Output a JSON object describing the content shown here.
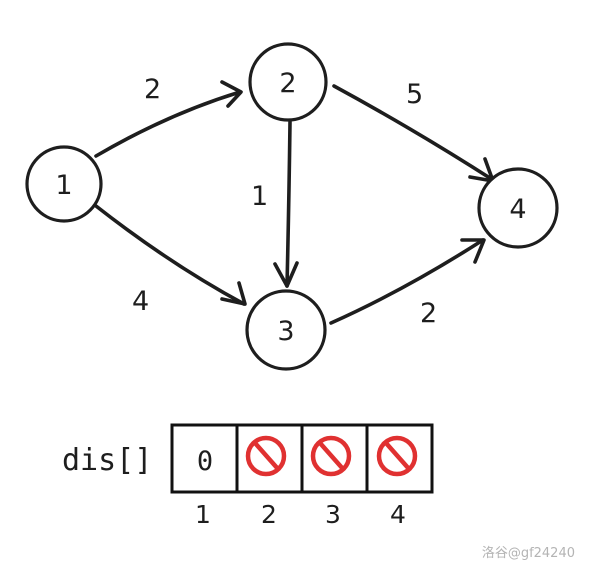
{
  "graph": {
    "nodes": [
      {
        "id": "1",
        "label": "1"
      },
      {
        "id": "2",
        "label": "2"
      },
      {
        "id": "3",
        "label": "3"
      },
      {
        "id": "4",
        "label": "4"
      }
    ],
    "edges": [
      {
        "from": "1",
        "to": "2",
        "weight": "2"
      },
      {
        "from": "1",
        "to": "3",
        "weight": "4"
      },
      {
        "from": "2",
        "to": "3",
        "weight": "1"
      },
      {
        "from": "2",
        "to": "4",
        "weight": "5"
      },
      {
        "from": "3",
        "to": "4",
        "weight": "2"
      }
    ]
  },
  "dis_array": {
    "name": "dis[]",
    "cells": [
      {
        "index": "1",
        "value": "0",
        "infinite": false
      },
      {
        "index": "2",
        "value": "",
        "infinite": true
      },
      {
        "index": "3",
        "value": "",
        "infinite": true
      },
      {
        "index": "4",
        "value": "",
        "infinite": true
      }
    ],
    "infinity_symbol": "no-entry-icon",
    "infinity_color": "#e03131"
  },
  "watermark": "洛谷@gf24240"
}
